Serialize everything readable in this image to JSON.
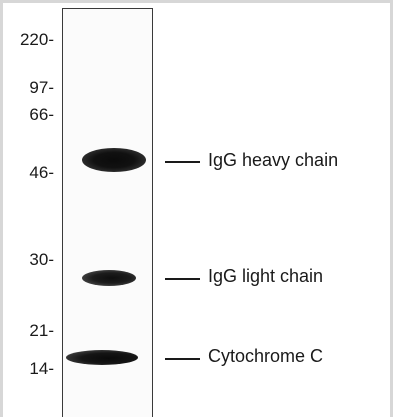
{
  "blot": {
    "markers": [
      {
        "label": "220-"
      },
      {
        "label": "97-"
      },
      {
        "label": "66-"
      },
      {
        "label": "46-"
      },
      {
        "label": "30-"
      },
      {
        "label": "21-"
      },
      {
        "label": "14-"
      }
    ],
    "bands": [
      {
        "label": "IgG heavy chain"
      },
      {
        "label": "IgG light chain"
      },
      {
        "label": "Cytochrome C"
      }
    ]
  }
}
